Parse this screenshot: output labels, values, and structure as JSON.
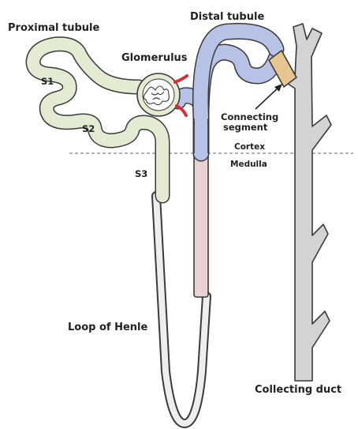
{
  "labels": {
    "proximal_tubule": "Proximal tubule",
    "glomerulus": "Glomerulus",
    "distal_tubule": "Distal tubule",
    "s1": "S1",
    "s2": "S2",
    "s3": "S3",
    "connecting_line1": "Connecting",
    "connecting_line2": "segment",
    "cortex": "Cortex",
    "medulla": "Medulla",
    "loop_of_henle": "Loop of Henle",
    "collecting_duct": "Collecting duct"
  },
  "colors": {
    "proximal_tubule": "#e3ebd3",
    "distal_tubule": "#b7c3e6",
    "thick_ascending_limb": "#e9d2d3",
    "connecting_segment": "#e8c48e",
    "collecting_duct": "#d3d3d3",
    "glomerulus_vessel": "#d92b3a",
    "outline": "#3a3a3a"
  }
}
